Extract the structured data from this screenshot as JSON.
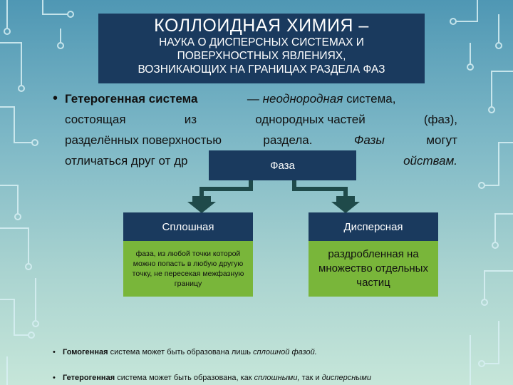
{
  "title": {
    "main": "КОЛЛОИДНАЯ ХИМИЯ –",
    "sub_line1": "НАУКА О ДИСПЕРСНЫХ СИСТЕМАХ И",
    "sub_line2": "ПОВЕРХНОСТНЫХ ЯВЛЕНИЯХ,",
    "sub_line3": "ВОЗНИКАЮЩИХ НА ГРАНИЦАХ РАЗДЕЛА ФАЗ"
  },
  "definition": {
    "term": "Гетерогенная система",
    "dash": "—",
    "word_inhomogeneous": "неоднородная",
    "rest1": "система,",
    "line2": [
      "состоящая",
      "из",
      "однородных частей",
      "(фаз),"
    ],
    "line3": [
      "разделённых поверхностью",
      "раздела.",
      "Фазы",
      "могут"
    ],
    "line4_start": "отличаться друг от др",
    "line4_end": "ойствам."
  },
  "diagram": {
    "root": "Фаза",
    "left": {
      "label": "Сплошная",
      "description": "фаза, из любой точки которой можно попасть в любую другую точку, не пересекая межфазную границу"
    },
    "right": {
      "label": "Дисперсная",
      "description": "раздробленная на множество отдельных частиц"
    }
  },
  "footnotes": {
    "note1_bold": "Гомогенная",
    "note1_text": "система может быть образована лишь",
    "note1_italic": "сплошной фазой.",
    "note2_bold": "Гетерогенная",
    "note2_text": "система может быть образована, как",
    "note2_italic1": "сплошными,",
    "note2_and": "так и",
    "note2_italic2": "дисперсными"
  },
  "colors": {
    "title_bg": "#1a3a5e",
    "arrow": "#1f4a4a",
    "desc_bg": "#79b63a",
    "circuit": "#d8f0f4"
  }
}
